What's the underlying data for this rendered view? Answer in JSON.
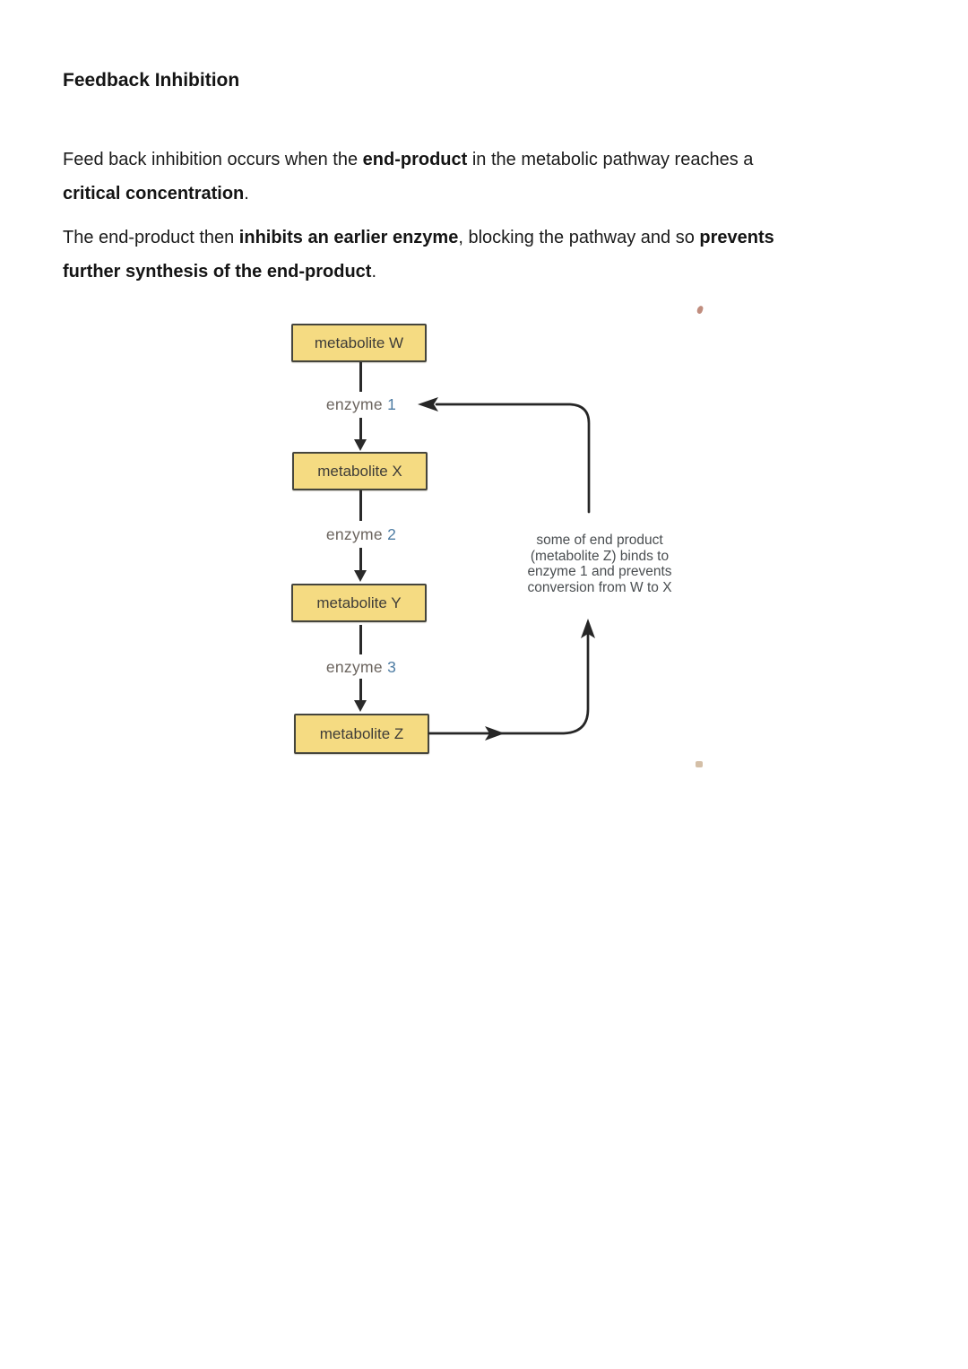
{
  "title": "Feedback Inhibition",
  "paragraphs": {
    "p1": {
      "s1": "Feed back inhibition occurs when the ",
      "b1": "end-product",
      "s2": " in the metabolic pathway reaches a",
      "b2": "critical concentration",
      "s3": "."
    },
    "p2": {
      "s1": "The end-product then ",
      "b1": "inhibits an earlier enzyme",
      "s2": ", blocking the pathway and so ",
      "b2": "prevents",
      "b3": "further synthesis of the end-product",
      "s3": "."
    }
  },
  "diagram": {
    "type": "metabolic-pathway-flow",
    "boxes": [
      {
        "label": "metabolite W"
      },
      {
        "label": "metabolite X"
      },
      {
        "label": "metabolite Y"
      },
      {
        "label": "metabolite Z"
      }
    ],
    "enzymes": [
      {
        "word": "enzyme",
        "num": "1"
      },
      {
        "word": "enzyme",
        "num": "2"
      },
      {
        "word": "enzyme",
        "num": "3"
      }
    ],
    "annotation": {
      "lines": [
        "some of end product",
        "(metabolite Z) binds to",
        "enzyme 1 and prevents",
        "conversion from W to X"
      ]
    },
    "colors": {
      "box_fill": "#f5db82",
      "box_border": "#45453d",
      "connector_line": "#2a2a2a",
      "enzyme_label": "#6a635d",
      "enzyme_number": "#4e7ca3",
      "annotation_text": "#4a4e51",
      "artifact_top": "#a55d47",
      "artifact_bottom": "#b08a5f"
    }
  }
}
